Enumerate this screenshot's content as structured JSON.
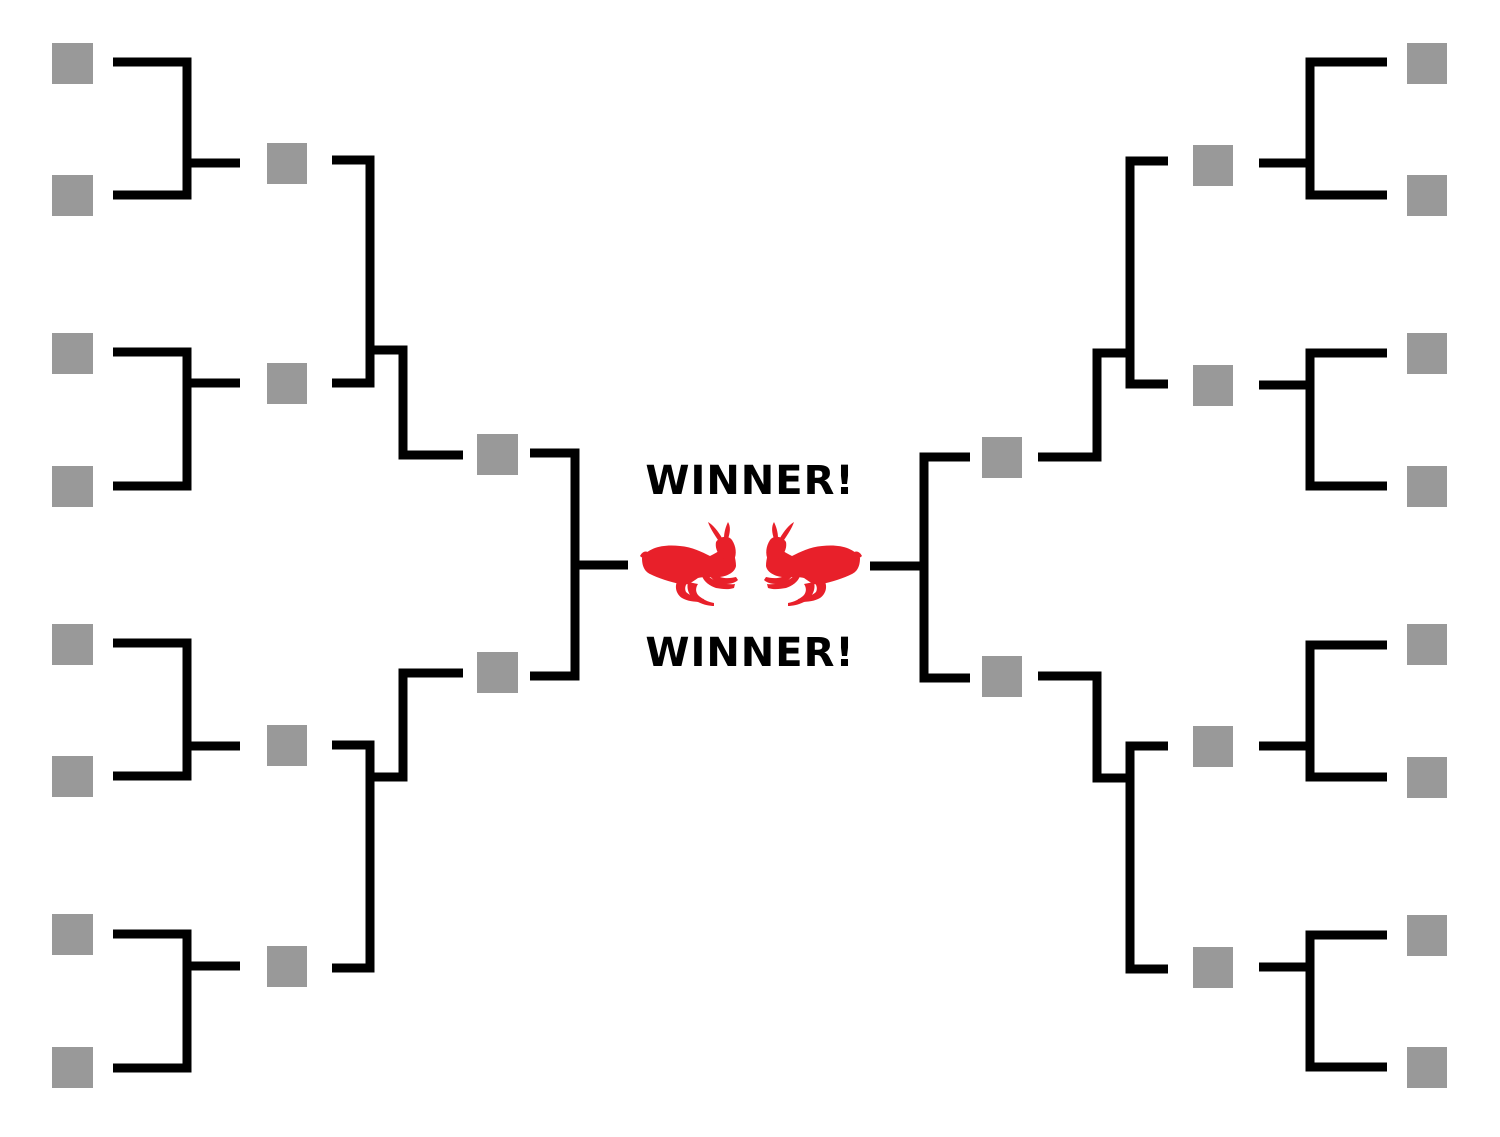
{
  "title": "",
  "labels": {
    "winner_top": "WINNER!",
    "winner_bottom": "WINNER!"
  },
  "colors": {
    "background": "#ffffff",
    "line": "#000000",
    "slot": "#999999",
    "mascot": "#e8202a"
  },
  "mascot": {
    "icon": "rabbit-icon",
    "count": 2,
    "facing": [
      "right",
      "left"
    ]
  },
  "bracket": {
    "sides": [
      "left",
      "right"
    ],
    "rounds_per_side": [
      {
        "round": 1,
        "slots": 8
      },
      {
        "round": 2,
        "slots": 4
      },
      {
        "round": 3,
        "slots": 2
      }
    ],
    "center": "final"
  }
}
